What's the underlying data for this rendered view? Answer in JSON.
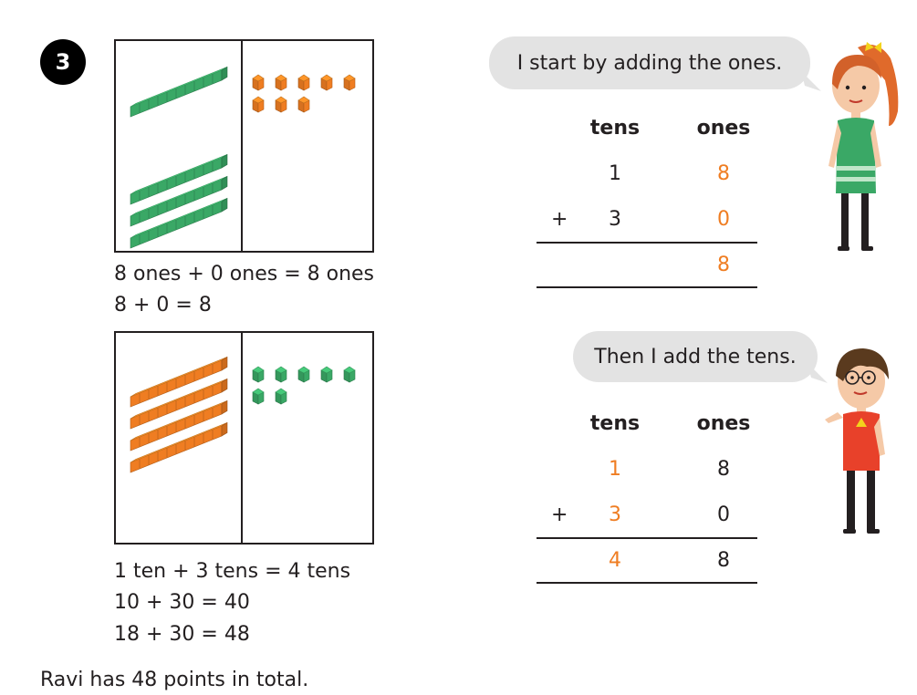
{
  "question_number": "3",
  "equations": {
    "ones_words": "8 ones + 0 ones = 8 ones",
    "ones_numbers": "8 + 0 = 8",
    "tens_words": "1 ten + 3 tens = 4 tens",
    "tens_numbers": "10 + 30 = 40",
    "total_numbers": "18 + 30 = 48"
  },
  "conclusion": "Ravi has 48 points in total.",
  "speech": {
    "girl": "I start by adding the ones.",
    "boy": "Then I add the tens."
  },
  "table1": {
    "header_tens": "tens",
    "header_ones": "ones",
    "row1_tens": "1",
    "row1_ones": "8",
    "plus": "+",
    "row2_tens": "3",
    "row2_ones": "0",
    "result_ones": "8"
  },
  "table2": {
    "header_tens": "tens",
    "header_ones": "ones",
    "row1_tens": "1",
    "row1_ones": "8",
    "plus": "+",
    "row2_tens": "3",
    "row2_ones": "0",
    "result_tens": "4",
    "result_ones": "8"
  },
  "colors": {
    "green_block": "#3aa866",
    "orange_block": "#ef7d22",
    "highlight_text": "#ef7d22",
    "bubble": "#e3e3e3"
  }
}
